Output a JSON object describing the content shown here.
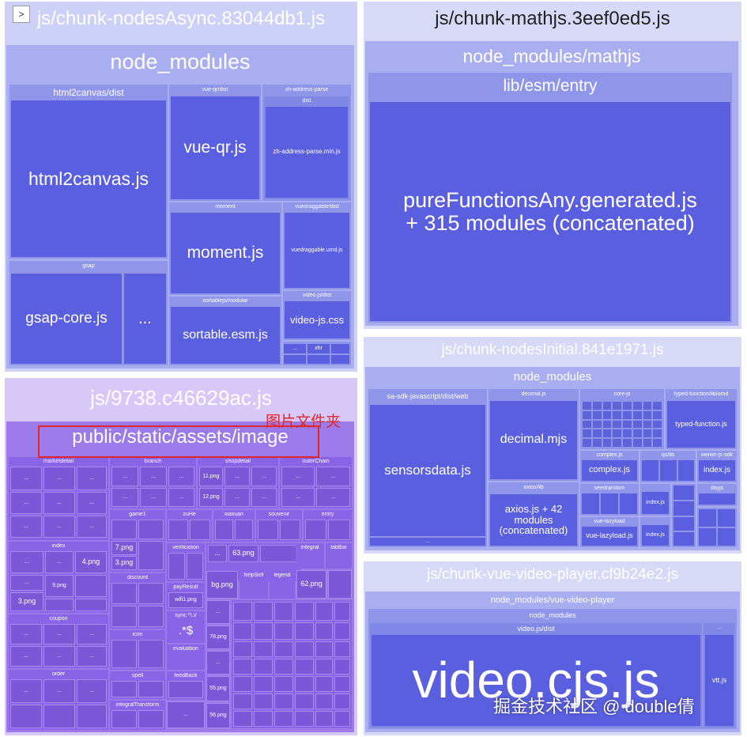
{
  "ui": {
    "collapse_glyph": ">"
  },
  "chunk_nodes_async": {
    "title": "js/chunk-nodesAsync.83044db1.js",
    "node_modules": "node_modules",
    "html2canvas_dir": "html2canvas/dist",
    "html2canvas_file": "html2canvas.js",
    "vueqr_dir": "vue-qr/dist",
    "vueqr_file": "vue-qr.js",
    "zh_address_dir": "zh-address-parse",
    "zh_address_sub": "dist",
    "zh_address_file": "zh-address-parse.min.js",
    "moment_dir": "moment",
    "moment_file": "moment.js",
    "vuedraggable_dir": "vuedraggable/dist",
    "vuedraggable_file": "vuedraggable.umd.js",
    "gsap_dir": "gsap",
    "gsap_file": "gsap-core.js",
    "gsap_more": "...",
    "sortable_dir": "sortablejs/modular",
    "sortable_file": "sortable.esm.js",
    "videojs_dir": "video.js/dist",
    "videojs_file": "video-js.css",
    "misc_1": "...",
    "misc_2": "xhr"
  },
  "chunk_mathjs": {
    "title": "js/chunk-mathjs.3eef0ed5.js",
    "dir": "node_modules/mathjs",
    "sub": "lib/esm/entry",
    "file_line1": "pureFunctionsAny.generated.js",
    "file_line2": "+ 315 modules (concatenated)"
  },
  "chunk_9738": {
    "title": "js/9738.c46629ac.js",
    "dir": "public/static/assets/image",
    "groups": {
      "marketdetail": "marketdetail",
      "branch": "branch",
      "shopdetail": "shopdetail",
      "outerchain": "outerChain",
      "game1": "game1",
      "zuhe": "zuHe",
      "xiaxuan": "xiaxuan",
      "souvenir": "souvenir",
      "entry": "entry",
      "index": "index",
      "verification": "verification",
      "integral": "integral",
      "tabbar": "tabBar",
      "discount": "discount",
      "helpsell": "helpSell",
      "legend": "legend",
      "payresult": "payResult",
      "coupon": "coupon",
      "icon": "icon",
      "sync": "sync ^\\.\\/",
      "evaluation": "evaluation",
      "spell": "spell",
      "feedback": "feedBack",
      "order": "order",
      "integraltransform": "integralTransform"
    },
    "files": {
      "png11": "11.png",
      "png12": "12.png",
      "png7": "7.png",
      "png3a": "3.png",
      "png63": "63.png",
      "png4": "4.png",
      "png9": "9.png",
      "png3b": "3.png",
      "bgpng": "bg.png",
      "png62": "62.png",
      "wifi1": "wifi1.png",
      "regex": ".*$",
      "png78": "78.png",
      "png55": "55.png",
      "png56": "56.png"
    },
    "more": "..."
  },
  "annotation": {
    "label": "图片文件夹"
  },
  "chunk_nodes_initial": {
    "title": "js/chunk-nodesInitial.841e1971.js",
    "node_modules": "node_modules",
    "sa_dir": "sa-sdk-javascript/dist/web",
    "sa_file": "sensorsdata.js",
    "decimal_dir": "decimal.js",
    "decimal_file": "decimal.mjs",
    "corejs_dir": "core-js",
    "typed_dir": "typed-function/lib/umd",
    "typed_file": "typed-function.js",
    "complex_dir": "complex.js",
    "complex_file": "complex.js",
    "qs_dir": "qs/lib",
    "weixin_dir": "weixin-js-sdk",
    "weixin_file": "index.js",
    "axios_dir": "axios/lib",
    "axios_file": "axios.js + 42 modules (concatenated)",
    "seedrandom_dir": "seedrandom",
    "dayjs_dir": "dayjs",
    "vuelazy_dir": "vue-lazyload",
    "vuelazy_file": "vue-lazyload.js",
    "indexjs_a": "index.js",
    "indexjs_b": "index.js",
    "more": "..."
  },
  "chunk_video_player": {
    "title": "js/chunk-vue-video-player.cf9b24e2.js",
    "dir": "node_modules/vue-video-player",
    "sub": "node_modules",
    "videojs_dir": "video.js/dist",
    "video_file": "video.cjs.js",
    "vtt_dir": "...",
    "vtt_file": "vtt.js"
  },
  "watermark": "掘金技术社区 @ double倩"
}
